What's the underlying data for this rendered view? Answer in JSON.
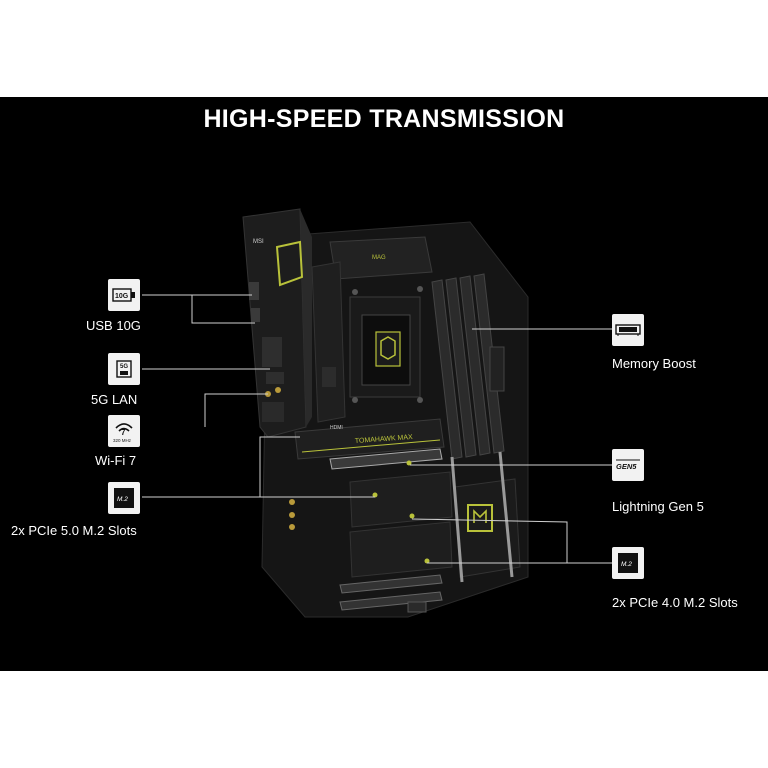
{
  "title": "HIGH-SPEED TRANSMISSION",
  "features": {
    "usb": {
      "label": "USB 10G",
      "icon_text": "10G",
      "icon": "usb-icon"
    },
    "lan": {
      "label": "5G LAN",
      "icon_text": "5G",
      "icon": "ethernet-icon"
    },
    "wifi": {
      "label": "Wi-Fi 7",
      "icon_text": "320 MHz",
      "icon": "wifi-7-icon"
    },
    "m2_gen5": {
      "label": "2x PCIe 5.0 M.2 Slots",
      "icon_text": "M.2",
      "icon": "m2-icon"
    },
    "memory": {
      "label": "Memory Boost",
      "icon": "memory-icon"
    },
    "gen5": {
      "label": "Lightning Gen 5",
      "icon_text": "GEN5",
      "icon": "gen5-icon"
    },
    "m2_gen4": {
      "label": "2x PCIe 4.0 M.2 Slots",
      "icon_text": "M.2",
      "icon": "m2-icon"
    }
  },
  "board": {
    "heatsink_text": "TOMAHAWK MAX",
    "hdmi_text": "HDMI",
    "io_text": "MSI"
  },
  "colors": {
    "background": "#000000",
    "accent": "#b9c23a",
    "text": "#ffffff",
    "icon_bg": "#f2f2f2"
  }
}
